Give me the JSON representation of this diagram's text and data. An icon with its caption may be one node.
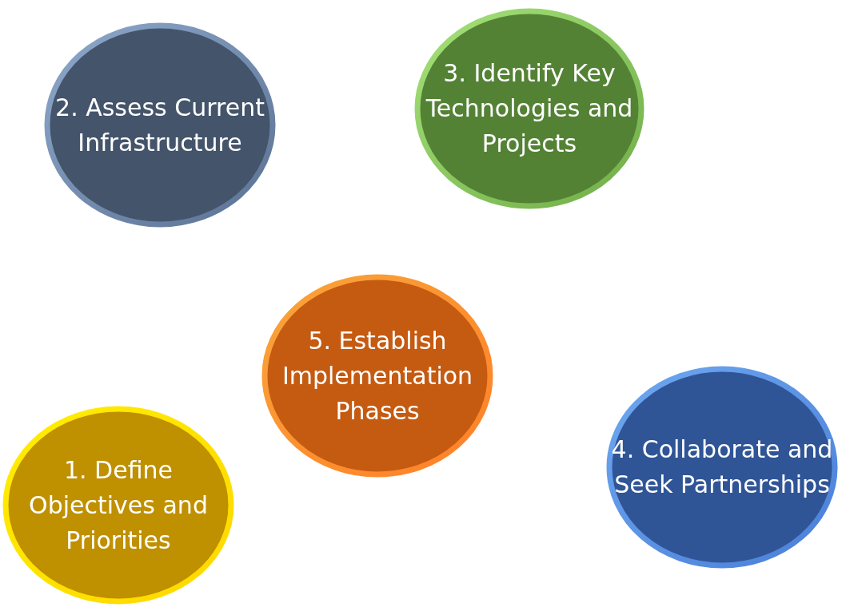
{
  "diagram": {
    "nodes": [
      {
        "text": [
          "2. Assess Current Infrastructure"
        ]
      },
      {
        "text": [
          "3. Identify Key Technologies and Projects"
        ]
      },
      {
        "text": [
          "5. Establish Implementation Phases"
        ]
      },
      {
        "text": [
          "4. Collaborate and Seek Partnerships"
        ]
      },
      {
        "text": [
          "1. Define Objectives and Priorities"
        ]
      }
    ]
  }
}
